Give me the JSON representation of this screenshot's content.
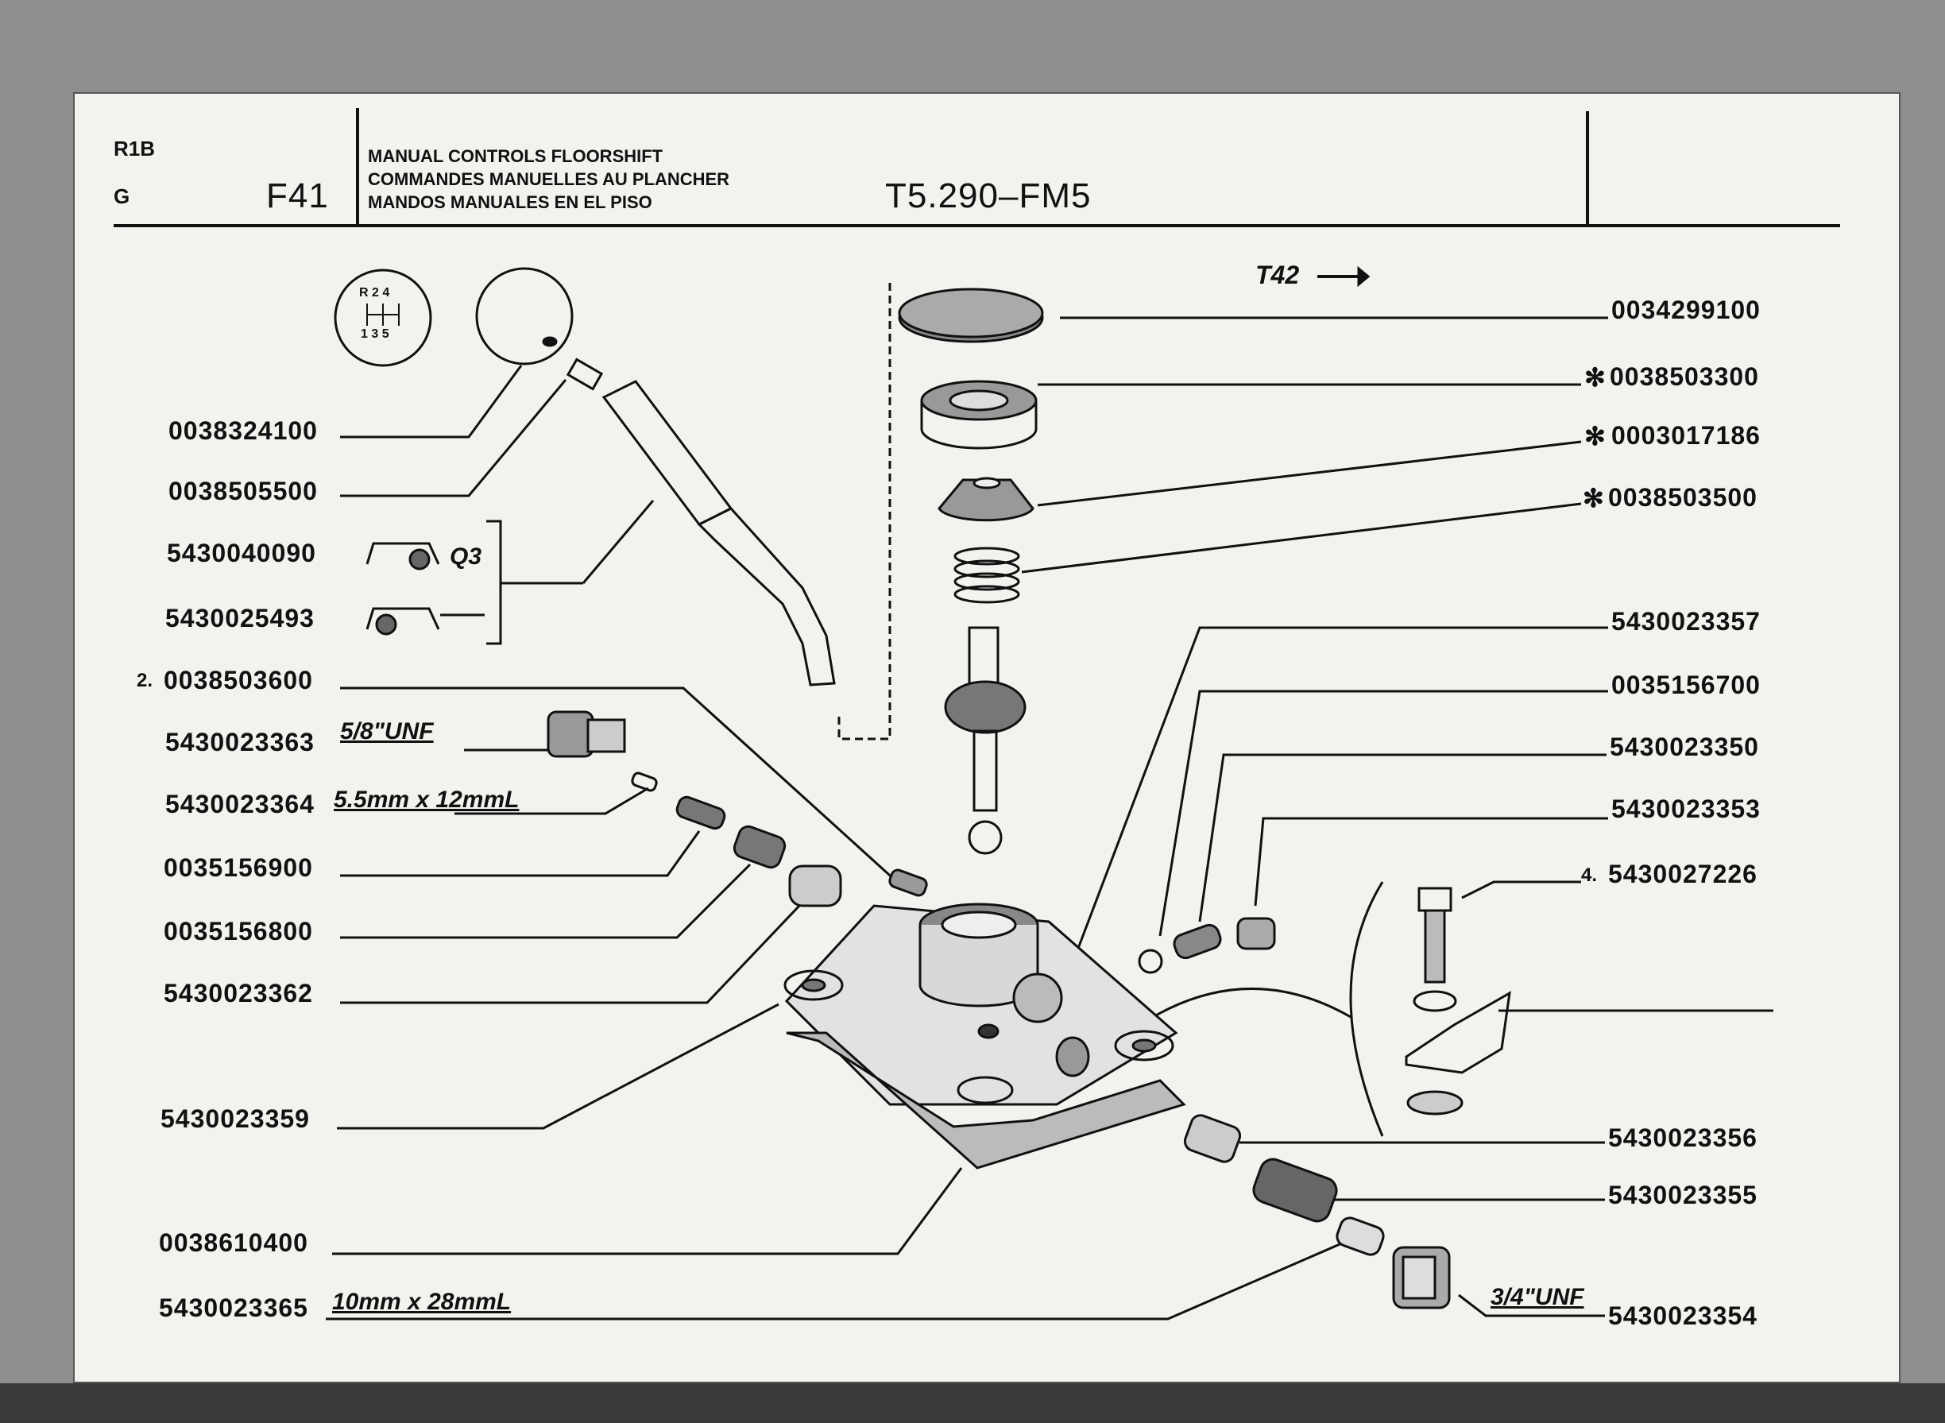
{
  "header": {
    "code_r1b": "R1B",
    "code_g": "G",
    "group": "F41",
    "title_en": "MANUAL CONTROLS FLOORSHIFT",
    "title_fr": "COMMANDES MANUELLES AU PLANCHER",
    "title_es": "MANDOS MANUALES EN EL PISO",
    "model": "T5.290–FM5"
  },
  "reference": "T42",
  "shift_pattern": {
    "top": "R 2 4",
    "bottom": "1 3 5"
  },
  "parts_left": [
    {
      "number": "0038324100"
    },
    {
      "number": "0038505500"
    },
    {
      "number": "5430040090",
      "note": "Q3"
    },
    {
      "number": "5430025493"
    },
    {
      "qty": "2.",
      "number": "0038503600"
    },
    {
      "number": "5430023363",
      "spec": "5/8\"UNF"
    },
    {
      "number": "5430023364",
      "spec": "5.5mm x 12mmL"
    },
    {
      "number": "0035156900"
    },
    {
      "number": "0035156800"
    },
    {
      "number": "5430023362"
    },
    {
      "number": "5430023359"
    },
    {
      "number": "0038610400"
    },
    {
      "number": "5430023365",
      "spec": "10mm x 28mmL"
    }
  ],
  "parts_right": [
    {
      "number": "0034299100"
    },
    {
      "marker": "✻",
      "number": "0038503300"
    },
    {
      "marker": "✻",
      "number": "0003017186"
    },
    {
      "marker": "✻",
      "number": "0038503500"
    },
    {
      "number": "5430023357"
    },
    {
      "number": "0035156700"
    },
    {
      "number": "5430023350"
    },
    {
      "number": "5430023353"
    },
    {
      "qty": "4.",
      "number": "5430027226"
    },
    {
      "number": "5430023356"
    },
    {
      "number": "5430023355"
    },
    {
      "number": "5430023354",
      "spec": "3/4\"UNF"
    }
  ]
}
